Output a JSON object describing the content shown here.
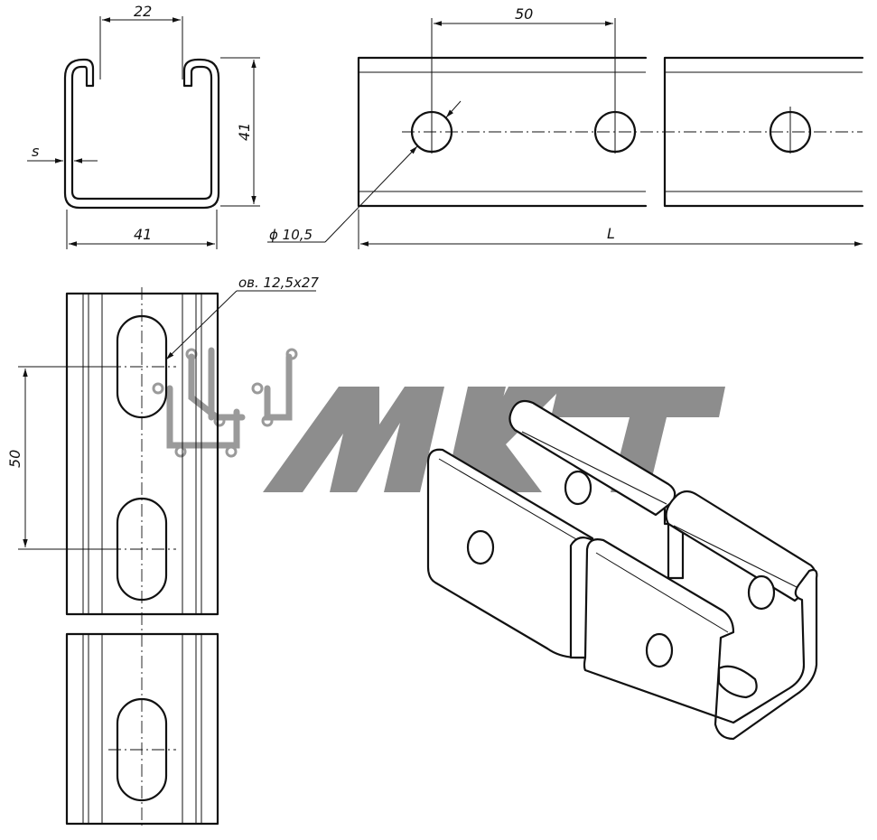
{
  "dimensions": {
    "slot_opening": "22",
    "height": "41",
    "width": "41",
    "wall_thickness": "s",
    "hole_pitch": "50",
    "hole_diameter": "ϕ 10,5",
    "length": "L",
    "oval_slot": "ов. 12,5x27",
    "slot_pitch": "50"
  },
  "watermark": {
    "text": "MKT"
  },
  "colors": {
    "line": "#111111",
    "watermark": "#8d8d8d",
    "background": "#ffffff"
  }
}
